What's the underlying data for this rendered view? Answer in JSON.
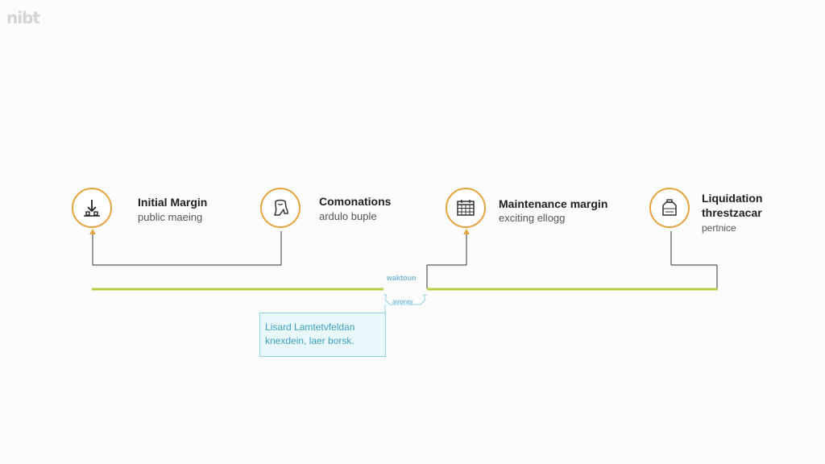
{
  "logo": {
    "text": "nibt"
  },
  "colors": {
    "accent_orange": "#e6a23c",
    "timeline_green": "#b5cf45",
    "connector_gray": "#555555",
    "callout_blue": "#8fd3e6"
  },
  "nodes": [
    {
      "icon": "download-arrow-icon",
      "title": "Initial Margin",
      "subtitle": "public maeing"
    },
    {
      "icon": "fabric-icon",
      "title": "Comonations",
      "subtitle": "ardulo buple"
    },
    {
      "icon": "calendar-icon",
      "title": "Maintenance margin",
      "subtitle": "exciting ellogg"
    },
    {
      "icon": "bottle-icon",
      "title": "Liquidation",
      "subtitle": "threstzacar",
      "extra": "pertnice"
    }
  ],
  "timeline": {
    "top_label": "waktoun",
    "bottom_label": "avoray"
  },
  "callout": {
    "line1": "Lisard Lamtetvfeldan",
    "line2": "knexdein, laer borsk."
  }
}
